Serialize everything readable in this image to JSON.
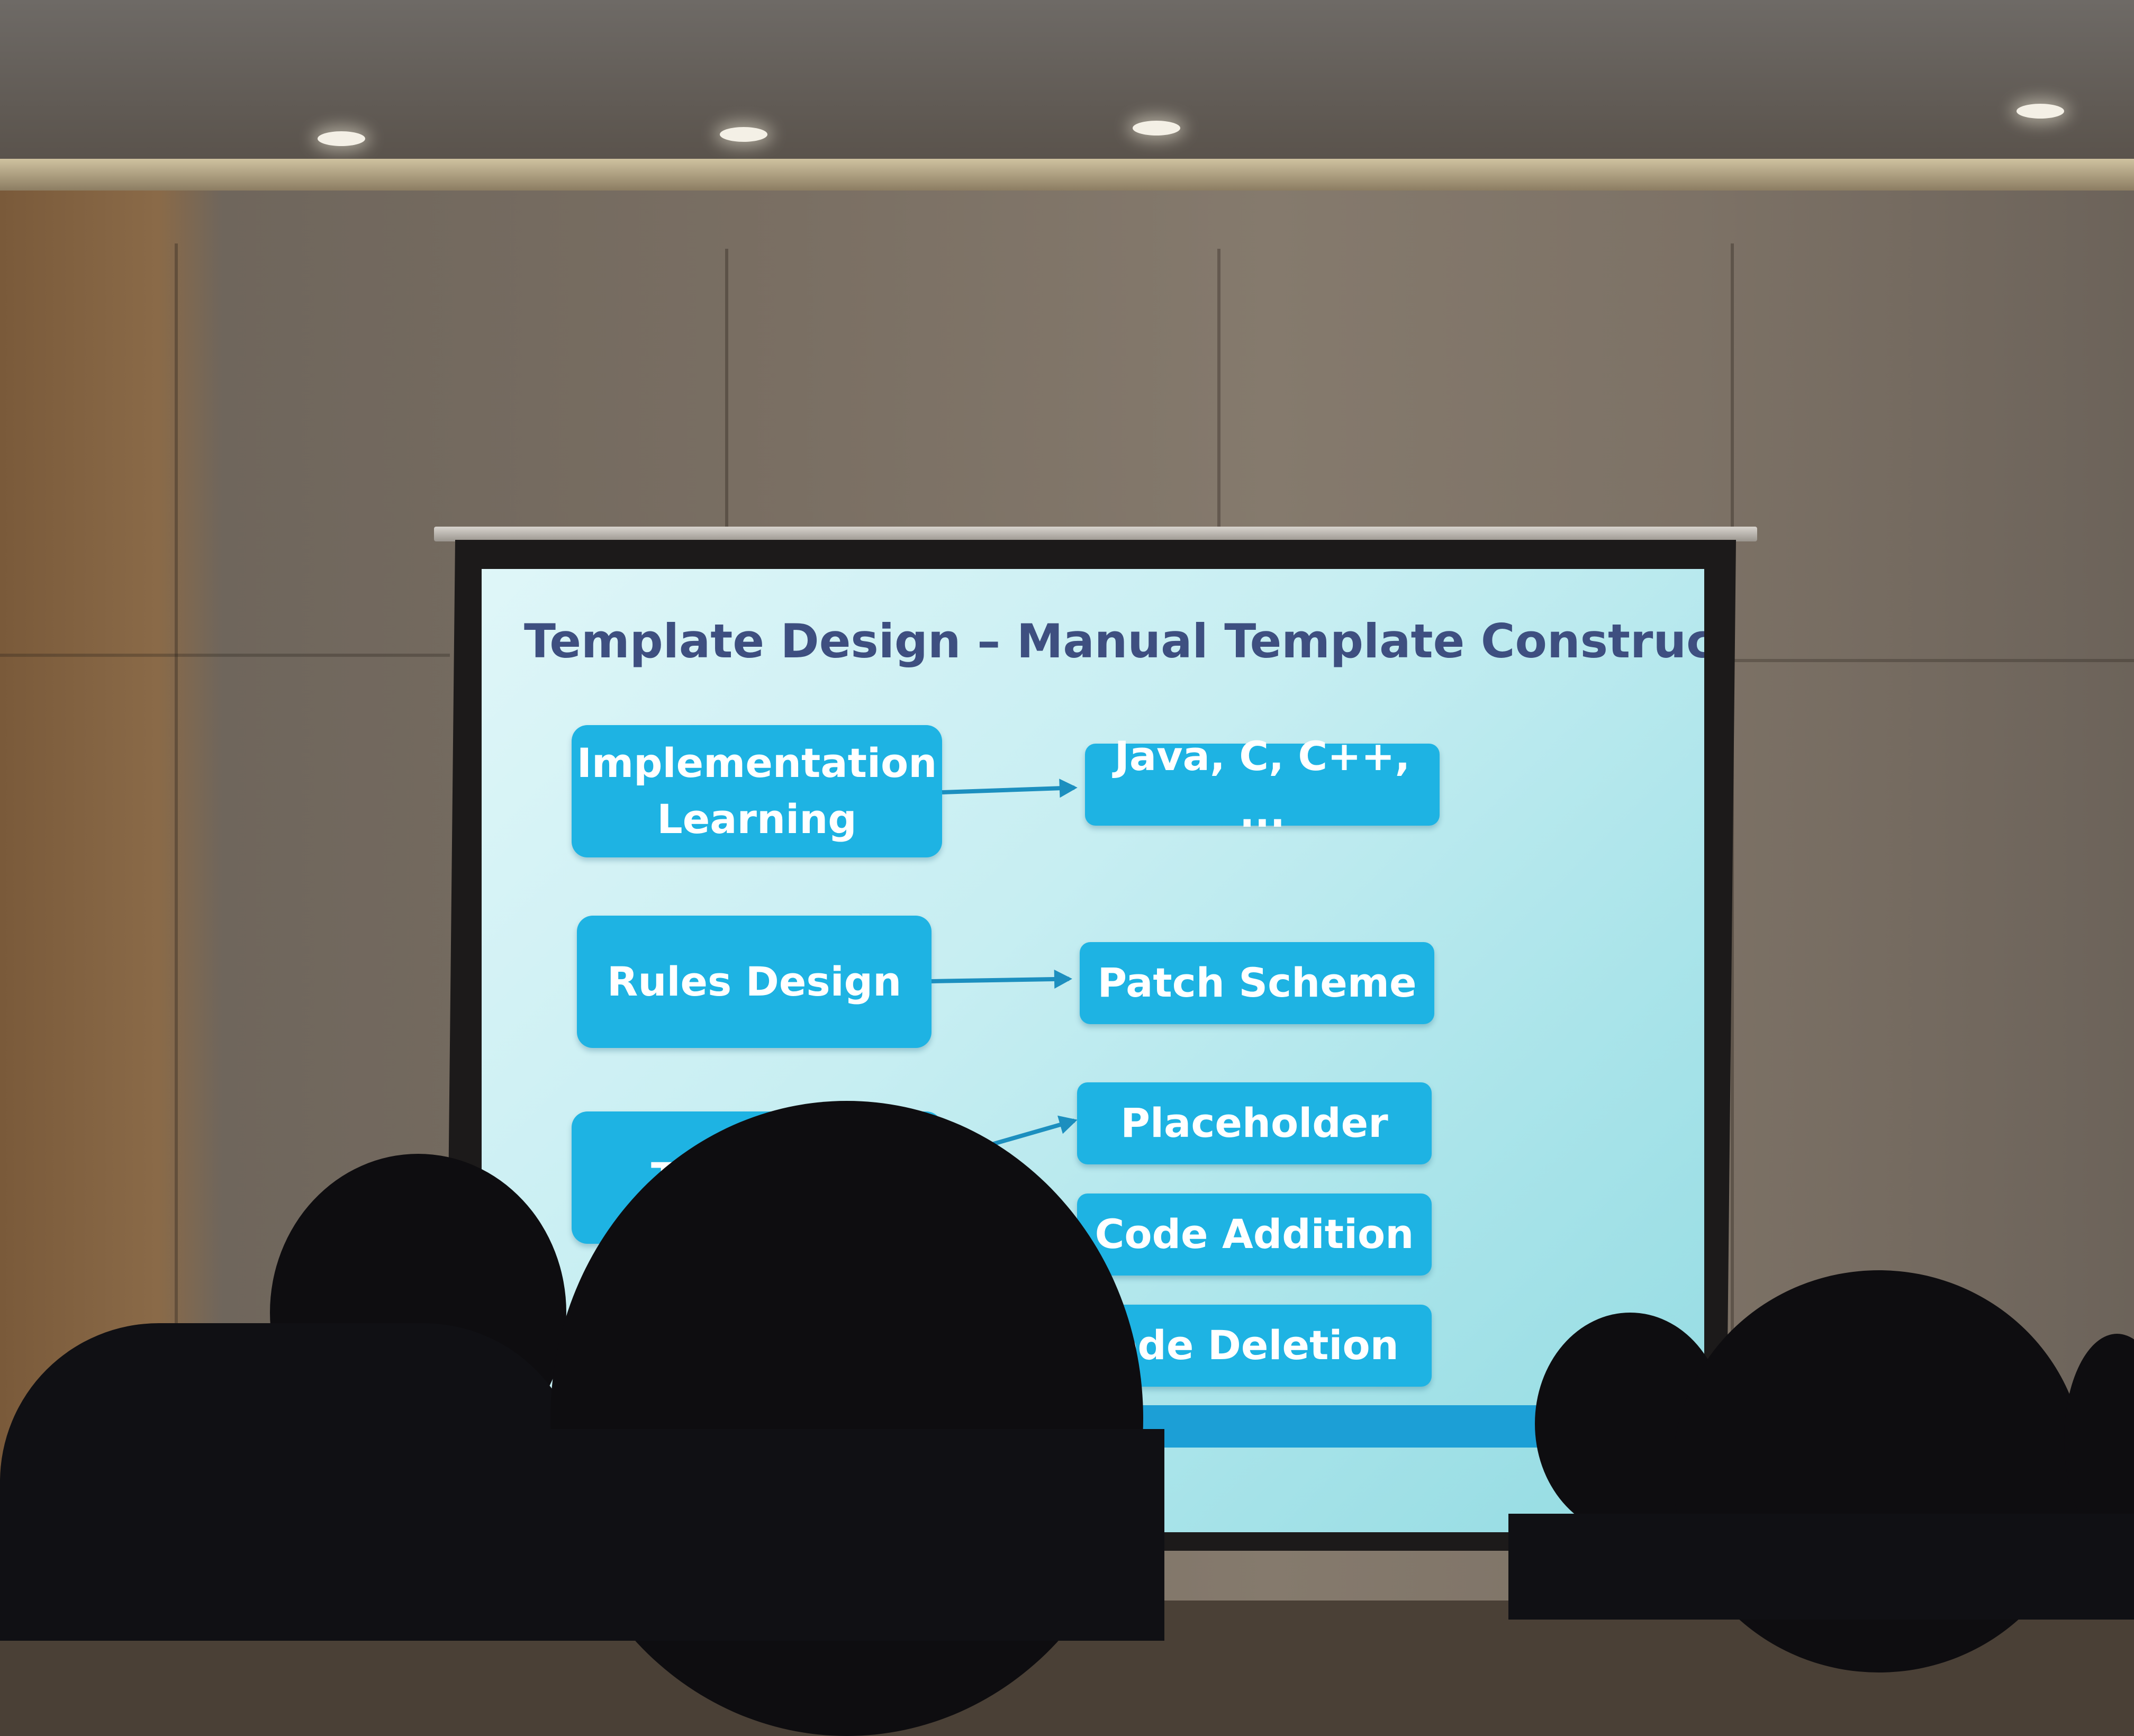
{
  "slide": {
    "title": "Template Design – Manual Template Construction",
    "boxes": {
      "implementation_learning": "Implementation Learning",
      "rules_design": "Rules Design",
      "template_partial": "Te"
    },
    "outputs": {
      "languages": "Java, C, C++, ...",
      "patch_scheme": "Patch Scheme",
      "placeholder": "Placeholder",
      "code_addition": "Code Addition",
      "code_deletion": "ode Deletion"
    }
  },
  "colors": {
    "box_fill": "#1eb3e3",
    "title_text": "#3e4f80",
    "slide_background": "#c7eef2"
  }
}
